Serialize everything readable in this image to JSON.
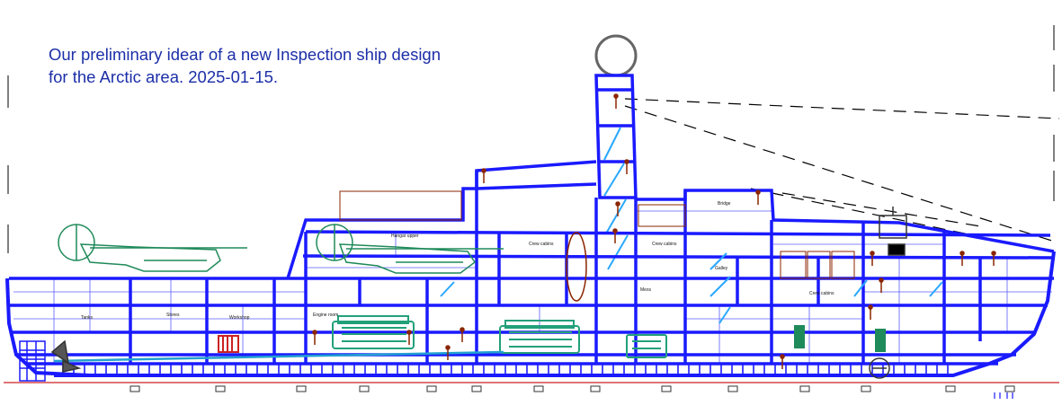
{
  "caption": {
    "line1": "Our preliminary idear of a new Inspection ship design",
    "line2": "for the Arctic area. 2025-01-15."
  },
  "colors": {
    "structure": "#1a1aff",
    "caption": "#1c2fa8",
    "helicopter": "#1f8a5a",
    "machinery": "#22a07a",
    "crew_figure": "#8b2500",
    "accent_red": "#cc2222",
    "stairs": "#29a8ff",
    "outline": "#333333"
  },
  "compartment_labels": {
    "hangar_upper": "Hangar upper",
    "bridge": "Bridge",
    "crew_cabins_upper": "Crew cabins",
    "crew_cabins_mid": "Crew cabins",
    "mess": "Mess",
    "crew_cabins_lower": "Crew cabins",
    "galley": "Galley",
    "engine_room": "Engine room",
    "stores": "Stores",
    "workshop": "Workshop",
    "tanks": "Tanks"
  },
  "icons": [
    "radar-dome-icon",
    "helicopter-icon",
    "main-engine-icon",
    "propeller-icon",
    "rudder-icon",
    "crew-figure-icon",
    "lifeboat-icon",
    "deck-crane-icon"
  ]
}
